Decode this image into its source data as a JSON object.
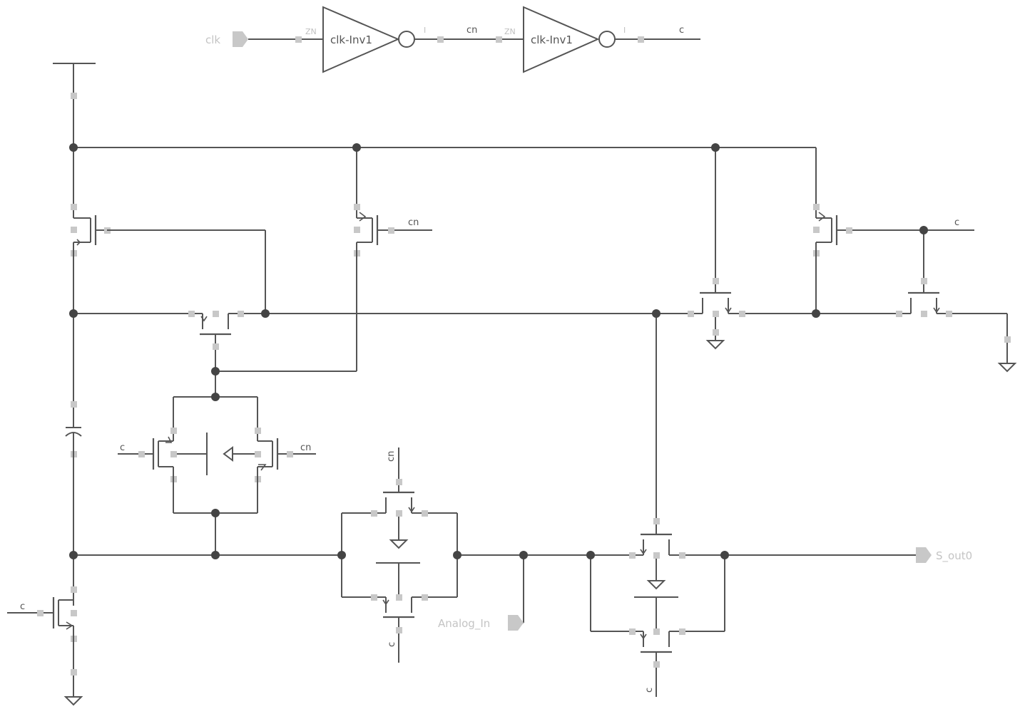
{
  "ports": {
    "clk": "clk",
    "analog_in": "Analog_In",
    "s_out": "S_out0"
  },
  "inverters": [
    {
      "instance": "clk-Inv1",
      "in_pin": "ZN",
      "out_pin": "I",
      "out_net": "cn"
    },
    {
      "instance": "clk-Inv1",
      "in_pin": "ZN",
      "out_pin": "I",
      "out_net": "c"
    }
  ],
  "nets": {
    "cn_right": "cn",
    "c_right": "c",
    "c_left": "c",
    "cn_tg": "cn",
    "c_bottom_left": "c",
    "cn_vertical": "cn",
    "c_vertical_1": "c",
    "c_vertical_2": "c"
  },
  "colors": {
    "wire": "#555555",
    "junction": "#444444",
    "pin": "#c8c8c8",
    "port": "#c8c8c8"
  }
}
